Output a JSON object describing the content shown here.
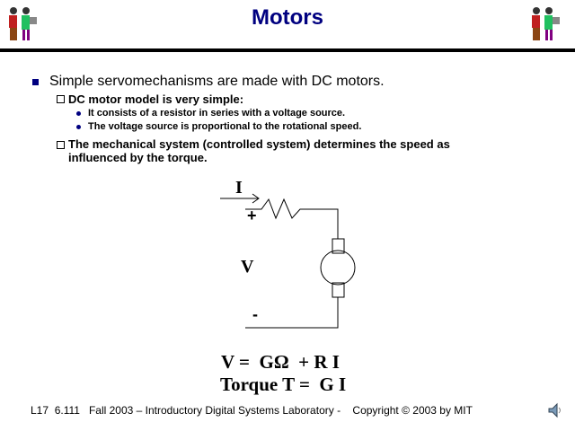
{
  "title": "Motors",
  "bullets": {
    "l1": "Simple servomechanisms are made with DC motors.",
    "l2a": "DC motor model is very simple:",
    "l3a": "It consists of a resistor in series with a voltage source.",
    "l3b": "The voltage source is proportional to the rotational speed.",
    "l2b_line1": "The mechanical system (controlled system) determines the speed as",
    "l2b_line2": "influenced by the torque."
  },
  "circuit": {
    "current": "I",
    "plus": "+",
    "voltage": "V",
    "minus": "-"
  },
  "equations": {
    "eq1": "V =  GΩ  + R I",
    "eq2": "Torque T =  G I"
  },
  "footer": "L17  6.111   Fall 2003 – Introductory Digital Systems Laboratory -    Copyright © 2003 by MIT"
}
